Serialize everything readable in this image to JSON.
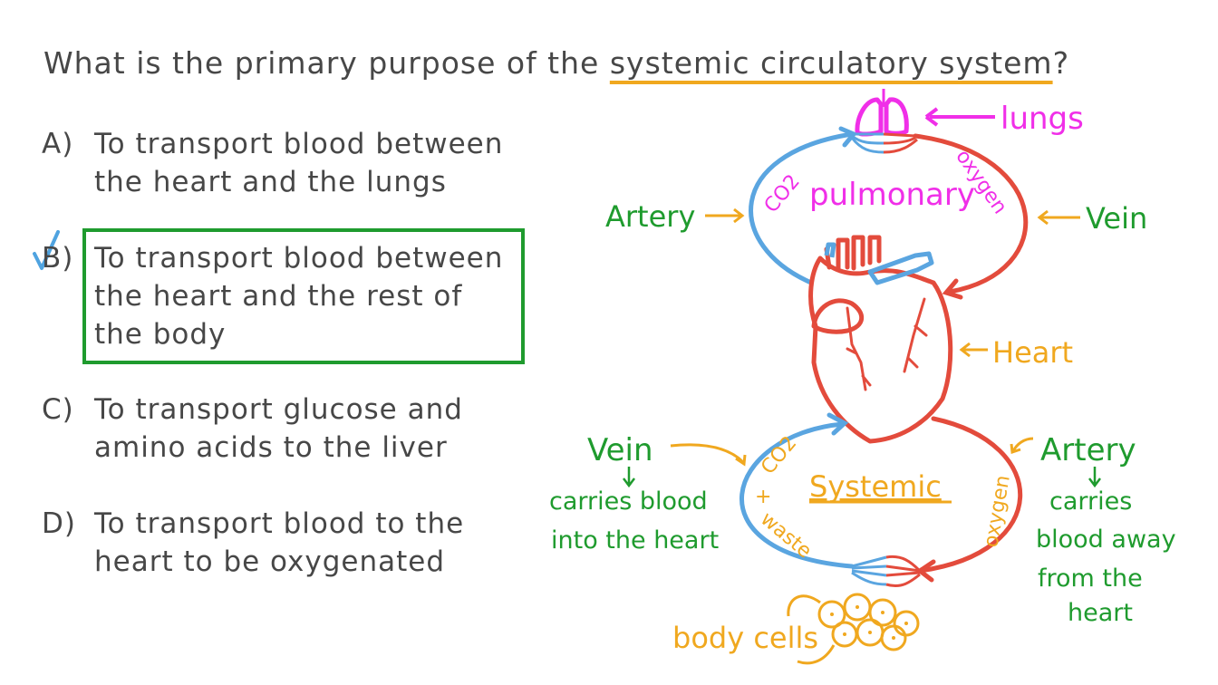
{
  "question": {
    "prefix": "What is the primary purpose of the",
    "highlight": "systemic circulatory system",
    "suffix": "?"
  },
  "options": [
    {
      "letter": "A)",
      "text": "To transport blood between the heart and the lungs",
      "correct": false
    },
    {
      "letter": "B)",
      "text": "To transport blood between the heart and the rest of the body",
      "correct": true
    },
    {
      "letter": "C)",
      "text": "To transport glucose and amino acids to the liver",
      "correct": false
    },
    {
      "letter": "D)",
      "text": "To transport blood to the heart to be oxygenated",
      "correct": false
    }
  ],
  "diagram": {
    "lungs_label": "lungs",
    "pulmonary_label": "pulmonary",
    "pulmonary_co2": "CO2",
    "pulmonary_oxygen": "oxygen",
    "pulmonary_artery": "Artery",
    "pulmonary_vein": "Vein",
    "heart_label": "Heart",
    "systemic_label": "Systemic",
    "systemic_co2": "CO2",
    "systemic_plus": "+",
    "systemic_waste": "waste",
    "systemic_oxygen": "oxygen",
    "systemic_vein": "Vein",
    "systemic_vein_desc_1": "carries blood",
    "systemic_vein_desc_2": "into the heart",
    "systemic_artery": "Artery",
    "systemic_artery_desc_1": "carries",
    "systemic_artery_desc_2": "blood away",
    "systemic_artery_desc_3": "from the",
    "systemic_artery_desc_4": "heart",
    "body_cells_label": "body cells"
  },
  "colors": {
    "text": "#474747",
    "correct_box": "#1f9b2e",
    "check": "#4fa3e0",
    "deoxygenated": "#5aa5e0",
    "oxygenated": "#e34b3c",
    "lungs": "#f02fe8",
    "annotation_green": "#1f9b2e",
    "annotation_orange": "#f0a81f"
  }
}
